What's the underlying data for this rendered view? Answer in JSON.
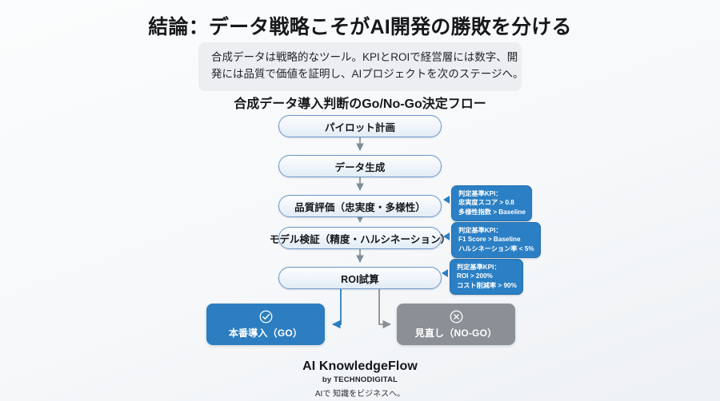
{
  "header": {
    "title": "結論：データ戦略こそがAI開発の勝敗を分ける",
    "summary_line1": "合成データは戦略的なツール。KPIとROIで経営層には数字、開",
    "summary_line2": "発には品質で価値を証明し、AIプロジェクトを次のステージへ。",
    "section_heading": "合成データ導入判断のGo/No-Go決定フロー"
  },
  "flow": {
    "nodes": [
      {
        "id": "pilot",
        "label": "パイロット計画"
      },
      {
        "id": "generate",
        "label": "データ生成"
      },
      {
        "id": "quality",
        "label": "品質評価（忠実度・多様性）"
      },
      {
        "id": "validation",
        "label": "モデル検証（精度・ハルシネーション）"
      },
      {
        "id": "roi",
        "label": "ROI試算"
      }
    ],
    "kpi_callouts": [
      {
        "id": "kpi-quality",
        "title": "判定基準KPI：",
        "line1": "忠実度スコア > 0.8",
        "line2": "多様性指数 > Baseline"
      },
      {
        "id": "kpi-validation",
        "title": "判定基準KPI：",
        "line1": "F1 Score > Baseline",
        "line2": "ハルシネーション率 < 5%"
      },
      {
        "id": "kpi-roi",
        "title": "判定基準KPI：",
        "line1": "ROI > 200%",
        "line2": "コスト削減率 > 90%"
      }
    ],
    "results": {
      "go": {
        "label": "本番導入（GO）",
        "icon": "check-circle-icon",
        "color": "#2d7ec0"
      },
      "nogo": {
        "label": "見直し（NO-GO）",
        "icon": "x-circle-icon",
        "color": "#8b9096"
      }
    },
    "colors": {
      "node_border": "#6b97c4",
      "arrow": "#7f8b95",
      "go_branch": "#2d7ec0",
      "nogo_branch": "#8b9096",
      "kpi_fill": "#2b7fc4"
    }
  },
  "footer": {
    "brand": "AI KnowledgeFlow",
    "by": "by TECHNODIGITAL",
    "tagline": "AIで 知識をビジネスへ。"
  }
}
